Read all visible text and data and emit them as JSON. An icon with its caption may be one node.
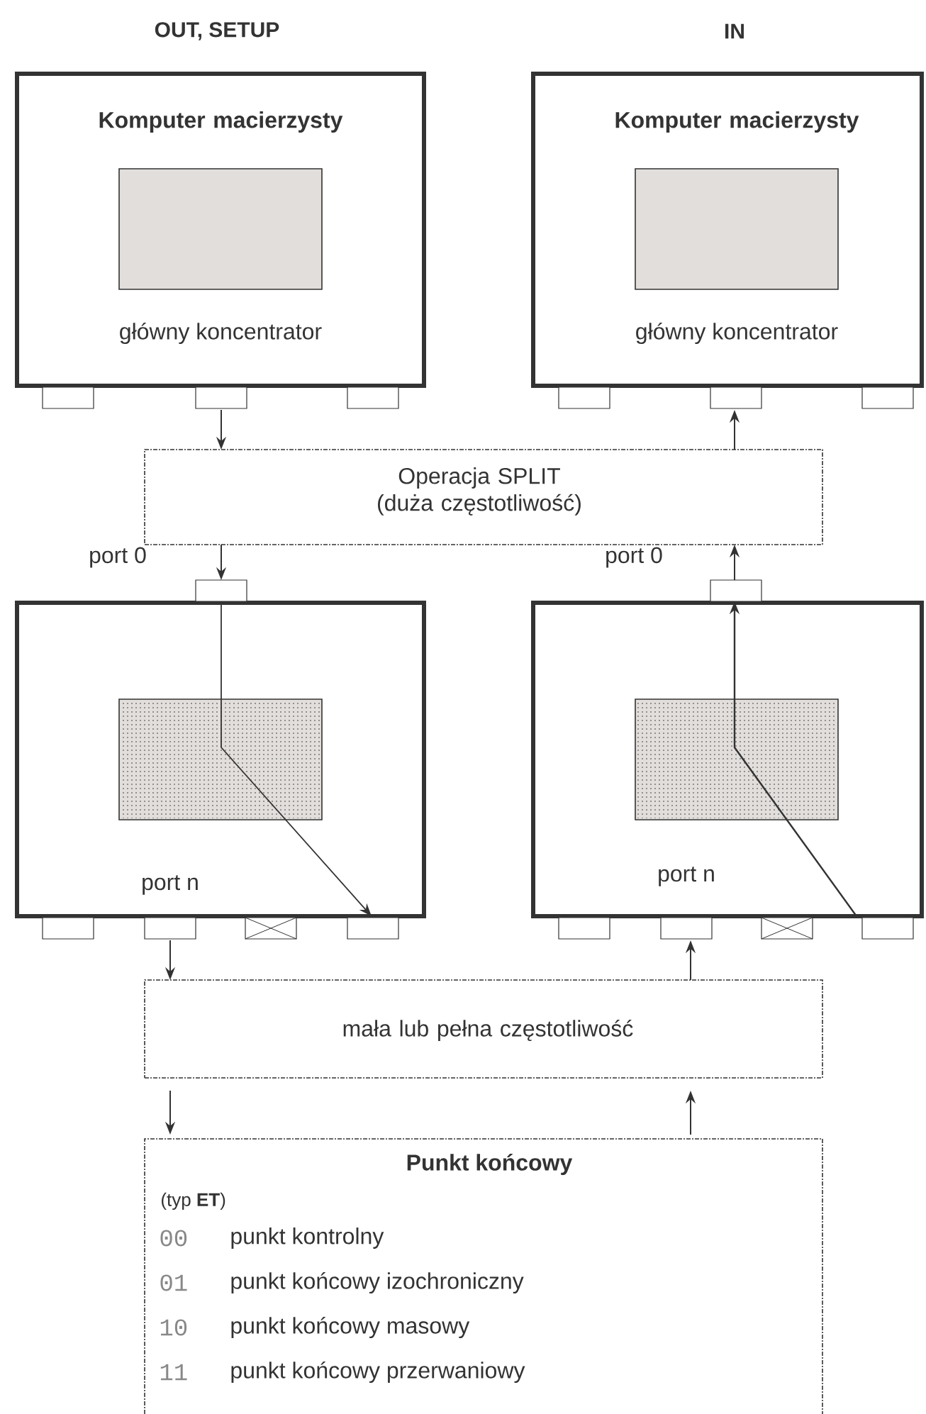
{
  "diagram": {
    "nodes": [
      {
        "text": [
          "Komputer macierzysty",
          "główny koncentrator"
        ]
      },
      {
        "text": [
          "Komputer macierzysty",
          "główny koncentrator"
        ]
      },
      {
        "text": [
          "Operacja SPLIT (duża częstotliwość)"
        ]
      },
      {
        "text": [],
        "shape": "box"
      },
      {
        "text": [],
        "shape": "box"
      },
      {
        "text": [
          "mała lub pełna częstotliwość"
        ]
      },
      {
        "text": [
          "Punkt końcowy",
          "(typ **ET**)",
          "00",
          "punkt kontrolny",
          "01",
          "punkt końcowy izochroniczny",
          "10",
          "punkt końcowy masowy",
          "11",
          "punkt końcowy przerwaniowy"
        ]
      }
    ],
    "edges": [
      {
        "from": 0,
        "to": 2,
        "arrow": "to"
      },
      {
        "from": 2,
        "to": 3,
        "arrow": "to"
      },
      {
        "from": 4,
        "to": 2,
        "arrow": "to"
      },
      {
        "from": 2,
        "to": 1,
        "arrow": "to"
      },
      {
        "from": 3,
        "to": 5,
        "arrow": "to"
      },
      {
        "from": 5,
        "to": 4,
        "arrow": "to"
      },
      {
        "from": 5,
        "to": 6,
        "arrow": "to"
      },
      {
        "from": 6,
        "to": 5,
        "arrow": "to"
      }
    ],
    "labels": [
      "OUT, SETUP",
      "IN",
      "port 0",
      "port 0",
      "port n",
      "port n"
    ]
  }
}
